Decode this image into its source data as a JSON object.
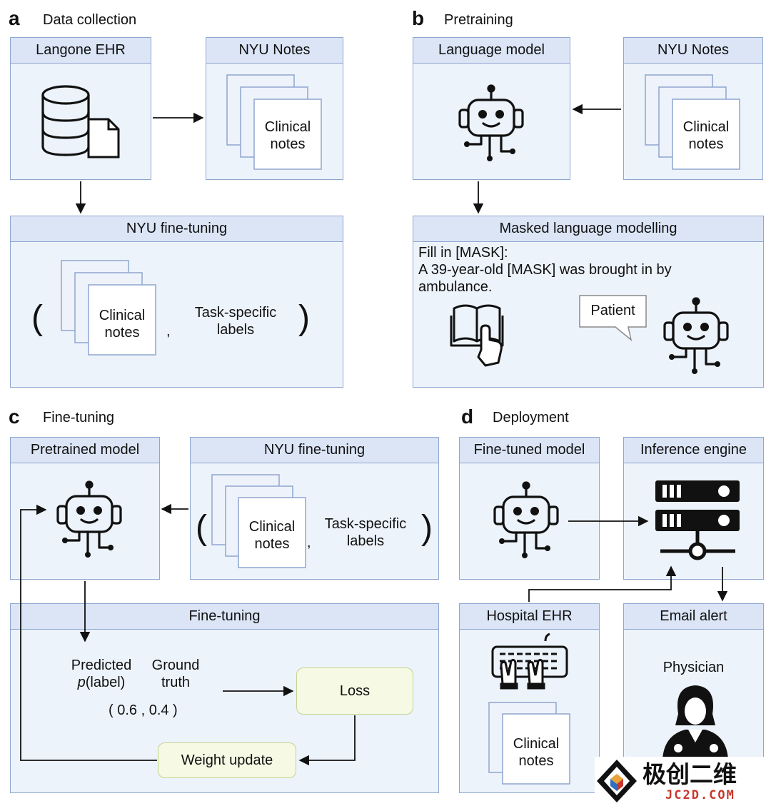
{
  "panel_a": {
    "letter": "a",
    "title": "Data collection",
    "langone_box": "Langone EHR",
    "notes_box": "NYU Notes",
    "clinical_notes_line1": "Clinical",
    "clinical_notes_line2": "notes",
    "finetune_box": "NYU fine-tuning",
    "finetune_notes_line1": "Clinical",
    "finetune_notes_line2": "notes",
    "comma": ",",
    "labels_line1": "Task-specific",
    "labels_line2": "labels",
    "open_paren": "(",
    "close_paren": ")"
  },
  "panel_b": {
    "letter": "b",
    "title": "Pretraining",
    "lm_box": "Language model",
    "notes_box": "NYU Notes",
    "clinical_notes_line1": "Clinical",
    "clinical_notes_line2": "notes",
    "mlm_box": "Masked language modelling",
    "mask_line1": "Fill in [MASK]:",
    "mask_line2": "A 39-year-old [MASK] was brought in by",
    "mask_line3": "ambulance.",
    "answer": "Patient"
  },
  "panel_c": {
    "letter": "c",
    "title": "Fine-tuning",
    "pretrained_box": "Pretrained model",
    "finetune_data_box": "NYU fine-tuning",
    "clinical_notes_line1": "Clinical",
    "clinical_notes_line2": "notes",
    "comma": ",",
    "labels_line1": "Task-specific",
    "labels_line2": "labels",
    "open_paren": "(",
    "close_paren": ")",
    "finetuning_box": "Fine-tuning",
    "predicted_line1": "Predicted",
    "predicted_p": "p",
    "predicted_line2_rest": "(label)",
    "ground_line1": "Ground",
    "ground_line2": "truth",
    "values": "( 0.6 , 0.4 )",
    "loss": "Loss",
    "weight_update": "Weight update"
  },
  "panel_d": {
    "letter": "d",
    "title": "Deployment",
    "finetuned_box": "Fine-tuned model",
    "inference_box": "Inference engine",
    "hospital_box": "Hospital EHR",
    "email_box": "Email alert",
    "clinical_notes_line1": "Clinical",
    "clinical_notes_line2": "notes",
    "physician": "Physician"
  },
  "watermark": {
    "brand": "极创二维",
    "site": "JC2D.COM"
  },
  "colors": {
    "box_fill": "#edf3fb",
    "header_fill": "#dbe5f6",
    "border": "#8fa6cf",
    "loss_fill": "#f6f9e3"
  }
}
